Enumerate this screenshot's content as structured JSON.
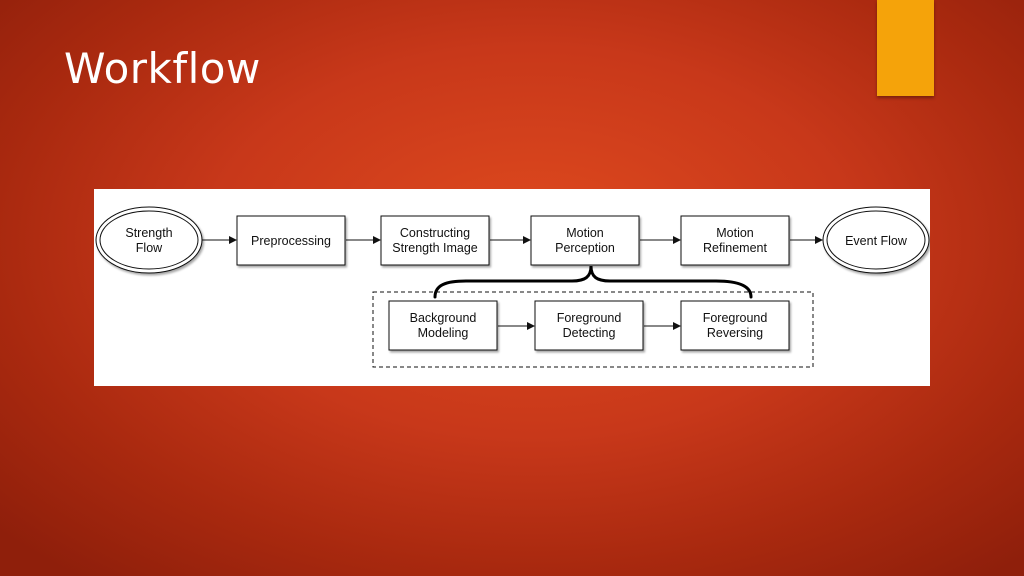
{
  "slide": {
    "title": "Workflow"
  },
  "diagram": {
    "nodes": {
      "strength_flow": [
        "Strength",
        "Flow"
      ],
      "preprocessing": [
        "Preprocessing"
      ],
      "constructing": [
        "Constructing",
        "Strength Image"
      ],
      "motion_perception": [
        "Motion",
        "Perception"
      ],
      "motion_refinement": [
        "Motion",
        "Refinement"
      ],
      "event_flow": [
        "Event Flow"
      ],
      "background_modeling": [
        "Background",
        "Modeling"
      ],
      "foreground_detecting": [
        "Foreground",
        "Detecting"
      ],
      "foreground_reversing": [
        "Foreground",
        "Reversing"
      ]
    },
    "colors": {
      "stroke": "#111111",
      "fill": "#ffffff",
      "accent": "#f5a30a"
    }
  }
}
